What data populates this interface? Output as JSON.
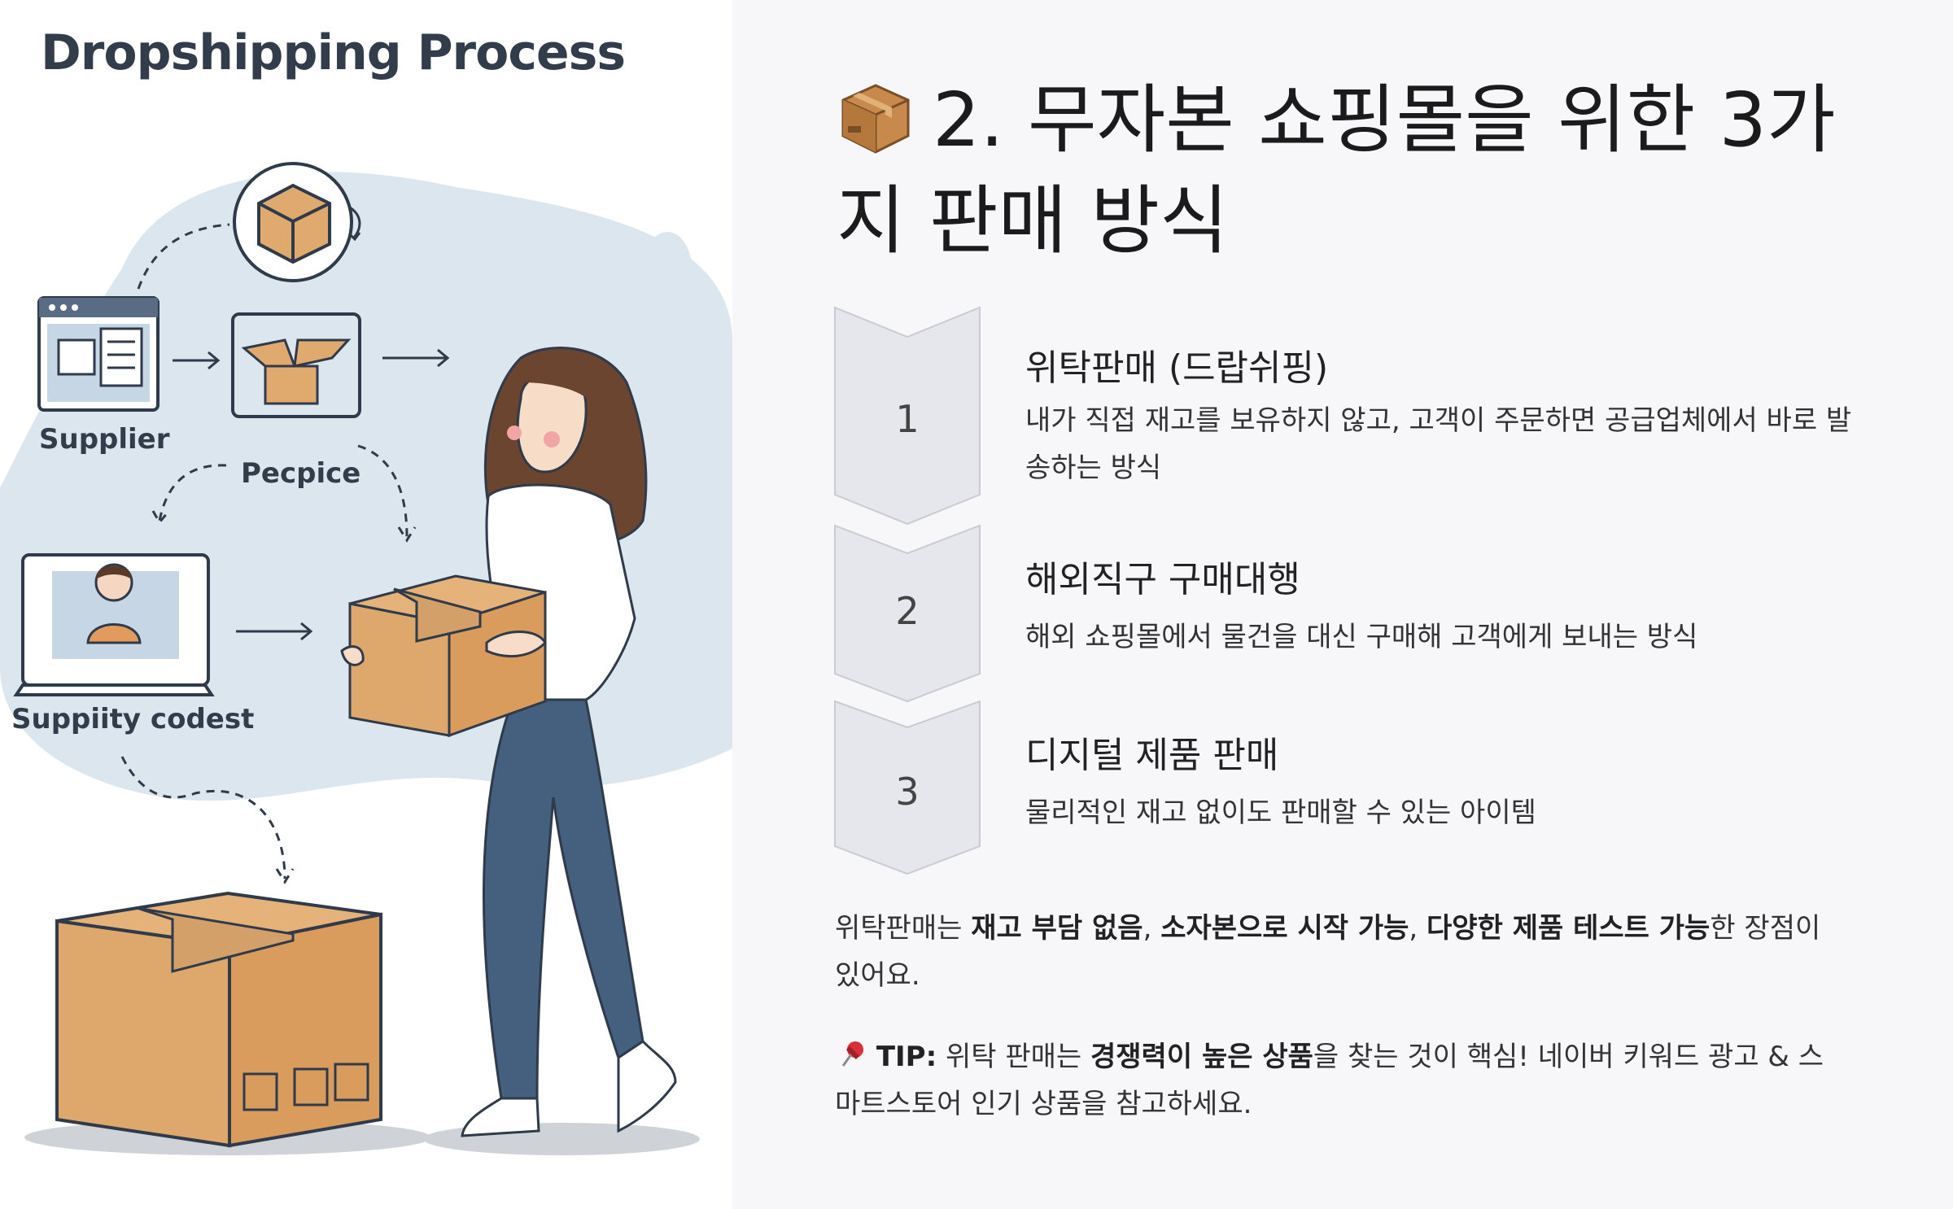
{
  "illustration": {
    "title": "Dropshipping Process",
    "labels": {
      "supplier": "Supplier",
      "pecpice": "Pecpice",
      "suppiity": "Suppiity codest"
    }
  },
  "heading": {
    "emoji": "package-icon",
    "line1": "2. 무자본 쇼핑몰을 위한 3가",
    "line2": "지 판매 방식"
  },
  "steps": [
    {
      "num": "1",
      "title": "위탁판매 (드랍쉬핑)",
      "desc": "내가 직접 재고를 보유하지 않고, 고객이 주문하면 공급업체에서 바로 발송하는 방식"
    },
    {
      "num": "2",
      "title": "해외직구 구매대행",
      "desc": "해외 쇼핑몰에서 물건을 대신 구매해 고객에게 보내는 방식"
    },
    {
      "num": "3",
      "title": "디지털 제품 판매",
      "desc": "물리적인 재고 없이도 판매할 수 있는 아이템"
    }
  ],
  "summary": {
    "prefix": "위탁판매는 ",
    "b1": "재고 부담 없음",
    "sep1": ", ",
    "b2": "소자본으로 시작 가능",
    "sep2": ", ",
    "b3": "다양한 제품 테스트 가능",
    "suffix": "한 장점이 있어요."
  },
  "tip": {
    "icon": "pushpin-icon",
    "label": "TIP:",
    "prefix": " 위탁 판매는 ",
    "bold": "경쟁력이 높은 상품",
    "suffix": "을 찾는 것이 핵심! 네이버 키워드 광고 & 스마트스토어 인기 상품을 참고하세요."
  }
}
